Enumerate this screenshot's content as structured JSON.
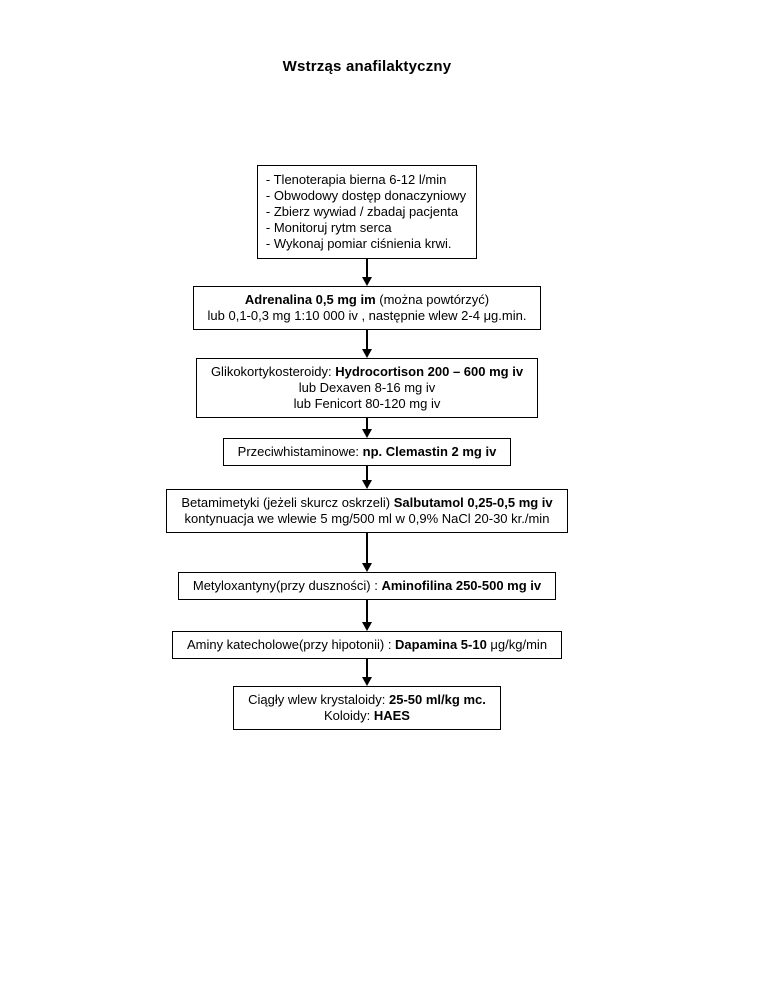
{
  "page": {
    "title": "Wstrząs anafilaktyczny"
  },
  "flowchart": {
    "boxes": [
      {
        "id": "initial-management",
        "align": "left",
        "lines": [
          [
            {
              "text": "- Tlenoterapia bierna 6-12 l/min",
              "bold": false
            }
          ],
          [
            {
              "text": "- Obwodowy dostęp donaczyniowy",
              "bold": false
            }
          ],
          [
            {
              "text": "- Zbierz wywiad / zbadaj pacjenta",
              "bold": false
            }
          ],
          [
            {
              "text": "- Monitoruj rytm serca",
              "bold": false
            }
          ],
          [
            {
              "text": "- Wykonaj pomiar ciśnienia krwi.",
              "bold": false
            }
          ]
        ]
      },
      {
        "id": "adrenalina",
        "align": "center",
        "lines": [
          [
            {
              "text": "Adrenalina 0,5 mg im",
              "bold": true
            },
            {
              "text": " (można powtórzyć)",
              "bold": false
            }
          ],
          [
            {
              "text": "lub 0,1-0,3 mg 1:10 000 iv , następnie wlew 2-4 μg.min.",
              "bold": false
            }
          ]
        ]
      },
      {
        "id": "glikokortykosteroidy",
        "align": "center",
        "lines": [
          [
            {
              "text": "Glikokortykosteroidy: ",
              "bold": false
            },
            {
              "text": "Hydrocortison 200 – 600 mg iv",
              "bold": true
            }
          ],
          [
            {
              "text": "lub Dexaven 8-16 mg iv",
              "bold": false
            }
          ],
          [
            {
              "text": "lub Fenicort 80-120 mg iv",
              "bold": false
            }
          ]
        ]
      },
      {
        "id": "przeciwhistaminowe",
        "align": "center",
        "lines": [
          [
            {
              "text": "Przeciwhistaminowe: ",
              "bold": false
            },
            {
              "text": "np. Clemastin 2 mg iv",
              "bold": true
            }
          ]
        ]
      },
      {
        "id": "betamimetyki",
        "align": "center",
        "lines": [
          [
            {
              "text": "Betamimetyki (jeżeli skurcz oskrzeli) ",
              "bold": false
            },
            {
              "text": "Salbutamol 0,25-0,5 mg iv",
              "bold": true
            }
          ],
          [
            {
              "text": "kontynuacja we wlewie 5 mg/500 ml w 0,9% NaCl 20-30 kr./min",
              "bold": false
            }
          ]
        ]
      },
      {
        "id": "metyloxantyny",
        "align": "center",
        "lines": [
          [
            {
              "text": "Metyloxantyny(przy duszności) : ",
              "bold": false
            },
            {
              "text": "Aminofilina 250-500 mg iv",
              "bold": true
            }
          ]
        ]
      },
      {
        "id": "aminy-katecholowe",
        "align": "center",
        "lines": [
          [
            {
              "text": "Aminy katecholowe(przy hipotonii) : ",
              "bold": false
            },
            {
              "text": "Dapamina 5-10",
              "bold": true
            },
            {
              "text": " μg/kg/min",
              "bold": false
            }
          ]
        ]
      },
      {
        "id": "plyny-wlew",
        "align": "center",
        "lines": [
          [
            {
              "text": "Ciągły wlew krystaloidy: ",
              "bold": false
            },
            {
              "text": "25-50 ml/kg mc.",
              "bold": true
            }
          ],
          [
            {
              "text": "Koloidy: ",
              "bold": false
            },
            {
              "text": "HAES",
              "bold": true
            }
          ]
        ]
      }
    ]
  }
}
